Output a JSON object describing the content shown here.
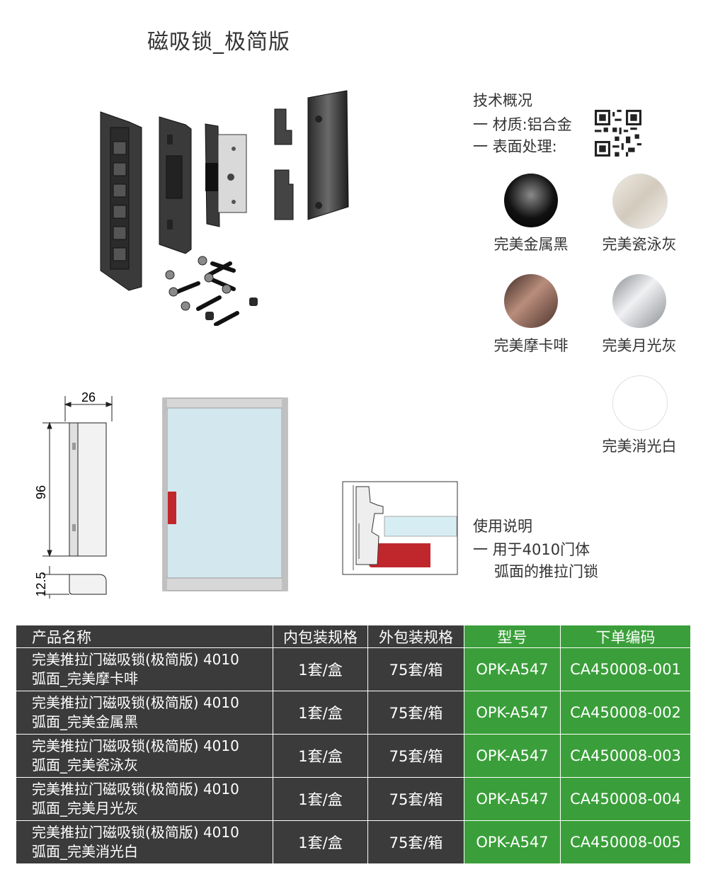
{
  "title": "磁吸锁_极简版",
  "tech": {
    "heading": "技术概况",
    "material": "一 材质:铝合金",
    "surface": "一 表面处理:"
  },
  "colors": [
    {
      "label": "完美金属黑",
      "color": "#101010"
    },
    {
      "label": "完美瓷泳灰",
      "color": "#ddd6cc"
    },
    {
      "label": "完美摩卡啡",
      "color": "#6e4a3f"
    },
    {
      "label": "完美月光灰",
      "color": "#b3b6bb"
    },
    {
      "label": "完美消光白",
      "color": "#ffffff"
    }
  ],
  "dimensions": {
    "width": "26",
    "height": "96",
    "depth": "12.5"
  },
  "usage": {
    "heading": "使用说明",
    "line1": "一 用于4010门体",
    "line2": "弧面的推拉门锁"
  },
  "table": {
    "headers": [
      "产品名称",
      "内包装规格",
      "外包装规格",
      "型号",
      "下单编码"
    ],
    "rows": [
      {
        "name1": "完美推拉门磁吸锁(极简版) 4010",
        "name2": "弧面_完美摩卡啡",
        "inner": "1套/盒",
        "outer": "75套/箱",
        "model": "OPK-A547",
        "code": "CA450008-001"
      },
      {
        "name1": "完美推拉门磁吸锁(极简版) 4010",
        "name2": "弧面_完美金属黑",
        "inner": "1套/盒",
        "outer": "75套/箱",
        "model": "OPK-A547",
        "code": "CA450008-002"
      },
      {
        "name1": "完美推拉门磁吸锁(极简版) 4010",
        "name2": "弧面_完美瓷泳灰",
        "inner": "1套/盒",
        "outer": "75套/箱",
        "model": "OPK-A547",
        "code": "CA450008-003"
      },
      {
        "name1": "完美推拉门磁吸锁(极简版) 4010",
        "name2": "弧面_完美月光灰",
        "inner": "1套/盒",
        "outer": "75套/箱",
        "model": "OPK-A547",
        "code": "CA450008-004"
      },
      {
        "name1": "完美推拉门磁吸锁(极简版) 4010",
        "name2": "弧面_完美消光白",
        "inner": "1套/盒",
        "outer": "75套/箱",
        "model": "OPK-A547",
        "code": "CA450008-005"
      }
    ]
  }
}
